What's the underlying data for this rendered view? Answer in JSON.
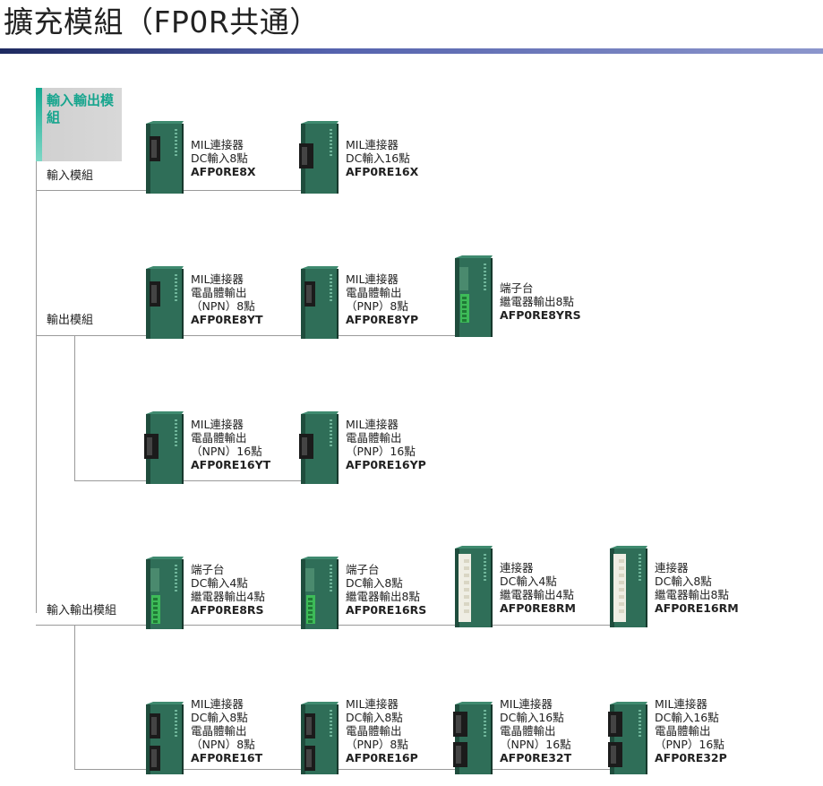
{
  "page_title": "擴充模組（FP0R共通）",
  "category_label": "輸入輸出模組",
  "groups": {
    "input": "輸入模組",
    "output": "輸出模組",
    "io": "輸入輸出模組"
  },
  "products": [
    {
      "lines": [
        "MIL連接器",
        "DC輸入8點"
      ],
      "model": "AFP0RE8X",
      "module": "mil-short"
    },
    {
      "lines": [
        "MIL連接器",
        "DC輸入16點"
      ],
      "model": "AFP0RE16X",
      "module": "mil-big"
    },
    {
      "lines": [
        "MIL連接器",
        "電晶體輸出",
        "（NPN）8點"
      ],
      "model": "AFP0RE8YT",
      "module": "mil-short"
    },
    {
      "lines": [
        "MIL連接器",
        "電晶體輸出",
        "（PNP）8點"
      ],
      "model": "AFP0RE8YP",
      "module": "mil-short"
    },
    {
      "lines": [
        "端子台",
        "繼電器輸出8點"
      ],
      "model": "AFP0RE8YRS",
      "module": "terminal-out"
    },
    {
      "lines": [
        "MIL連接器",
        "電晶體輸出",
        "（NPN）16點"
      ],
      "model": "AFP0RE16YT",
      "module": "mil-big"
    },
    {
      "lines": [
        "MIL連接器",
        "電晶體輸出",
        "（PNP）16點"
      ],
      "model": "AFP0RE16YP",
      "module": "mil-big"
    },
    {
      "lines": [
        "端子台",
        "DC輸入4點",
        "繼電器輸出4點"
      ],
      "model": "AFP0RE8RS",
      "module": "terminal"
    },
    {
      "lines": [
        "端子台",
        "DC輸入8點",
        "繼電器輸出8點"
      ],
      "model": "AFP0RE16RS",
      "module": "terminal"
    },
    {
      "lines": [
        "連接器",
        "DC輸入4點",
        "繼電器輸出4點"
      ],
      "model": "AFP0RE8RM",
      "module": "connector"
    },
    {
      "lines": [
        "連接器",
        "DC輸入8點",
        "繼電器輸出8點"
      ],
      "model": "AFP0RE16RM",
      "module": "connector"
    },
    {
      "lines": [
        "MIL連接器",
        "DC輸入8點",
        "電晶體輸出",
        "（NPN）8點"
      ],
      "model": "AFP0RE16T",
      "module": "mil-double"
    },
    {
      "lines": [
        "MIL連接器",
        "DC輸入8點",
        "電晶體輸出",
        "（PNP）8點"
      ],
      "model": "AFP0RE16P",
      "module": "mil-double"
    },
    {
      "lines": [
        "MIL連接器",
        "DC輸入16點",
        "電晶體輸出",
        "（NPN）16點"
      ],
      "model": "AFP0RE32T",
      "module": "mil-double-big"
    },
    {
      "lines": [
        "MIL連接器",
        "DC輸入16點",
        "電晶體輸出",
        "（PNP）16點"
      ],
      "model": "AFP0RE32P",
      "module": "mil-double-big"
    }
  ],
  "colors": {
    "module_green": "#2f6e58",
    "module_dark": "#1f4d3d",
    "title_bar": "#4a57a5",
    "accent_teal": "#17a58e"
  }
}
